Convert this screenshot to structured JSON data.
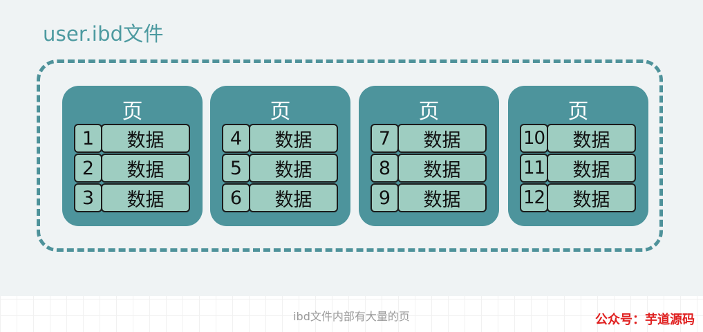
{
  "file": {
    "title": "user.ibd文件"
  },
  "pages": [
    {
      "title": "页",
      "rows": [
        {
          "num": "1",
          "value": "数据"
        },
        {
          "num": "2",
          "value": "数据"
        },
        {
          "num": "3",
          "value": "数据"
        }
      ]
    },
    {
      "title": "页",
      "rows": [
        {
          "num": "4",
          "value": "数据"
        },
        {
          "num": "5",
          "value": "数据"
        },
        {
          "num": "6",
          "value": "数据"
        }
      ]
    },
    {
      "title": "页",
      "rows": [
        {
          "num": "7",
          "value": "数据"
        },
        {
          "num": "8",
          "value": "数据"
        },
        {
          "num": "9",
          "value": "数据"
        }
      ]
    },
    {
      "title": "页",
      "rows": [
        {
          "num": "10",
          "value": "数据"
        },
        {
          "num": "11",
          "value": "数据"
        },
        {
          "num": "12",
          "value": "数据"
        }
      ]
    }
  ],
  "caption": "ibd文件内部有大量的页",
  "watermark": "公众号：芋道源码"
}
